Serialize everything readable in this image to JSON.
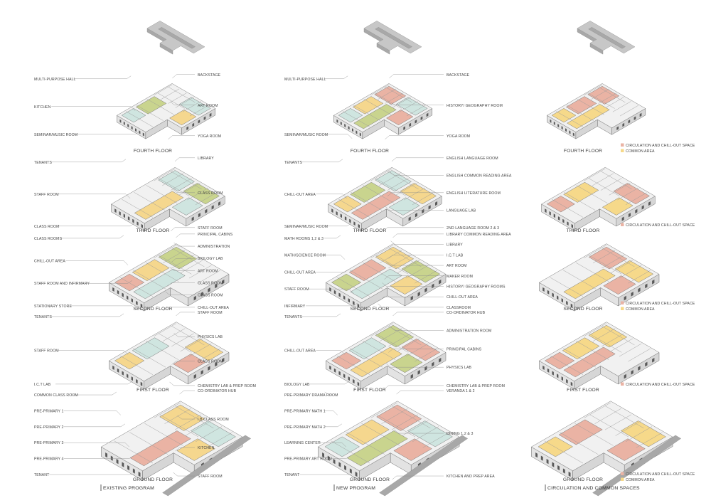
{
  "columns": [
    {
      "key": "existing",
      "caption": "EXISTING PROGRAM",
      "floors": [
        {
          "name": "FOURTH FLOOR",
          "left": [
            "MULTI-PURPOSE HALL",
            "KITCHEN",
            "SEMINAR/MUSIC ROOM"
          ],
          "right": [
            "BACKSTAGE",
            "ART ROOM",
            "YOGA ROOM"
          ]
        },
        {
          "name": "THIRD FLOOR",
          "left": [
            "TENANTS",
            "STAFF ROOM",
            "CLASS ROOM"
          ],
          "right": [
            "LIBRARY",
            "CLASS ROOM",
            "STAFF ROOM"
          ]
        },
        {
          "name": "SECOND FLOOR",
          "left": [
            "CLASS ROOMS",
            "CHILL-OUT AREA",
            "STAFF ROOM AND INFIRMARY",
            "STATIONARY STORE"
          ],
          "right": [
            "PRINCIPAL CABINS",
            "ADMINISTRATION",
            "BIOLOGY LAB",
            "ART ROOM",
            "CLASS ROOM",
            "CLASS ROOM",
            "CHILL-OUT AREA"
          ]
        },
        {
          "name": "FIRST FLOOR",
          "left": [
            "TENANTS",
            "STAFF ROOM",
            "I.C.T LAB"
          ],
          "right": [
            "STAFF ROOM",
            "PHYSICS LAB",
            "CLASS ROOM",
            "CHEMISTRY LAB & PREP ROOM"
          ]
        },
        {
          "name": "GROUND FLOOR",
          "left": [
            "COMMON CLASS ROOM",
            "PRE-PRIMARY 1",
            "PRE-PRIMARY 2",
            "PRE-PRIMARY 3",
            "PRE-PRIMARY 4",
            "TENANT"
          ],
          "right": [
            "CO-ORDINATOR HUB",
            "I.B CLASS ROOM",
            "KITCHEN",
            "STAFF ROOM"
          ]
        }
      ]
    },
    {
      "key": "new",
      "caption": "NEW PROGRAM",
      "floors": [
        {
          "name": "FOURTH FLOOR",
          "left": [
            "MULTI-PURPOSE HALL",
            "SEMINAR/MUSIC ROOM"
          ],
          "right": [
            "BACKSTAGE",
            "HISTORY/ GEOGRAPHY ROOM",
            "YOGA ROOM"
          ]
        },
        {
          "name": "THIRD FLOOR",
          "left": [
            "TENANTS",
            "CHILL-OUT AREA",
            "SEMINAR/MUSIC ROOM"
          ],
          "right": [
            "ENGLISH LANGUAGE ROOM",
            "ENGLISH COMMON READING AREA",
            "ENGLISH LITERATURE ROOM",
            "LANGUAGE LAB",
            "2ND LANGUAGE ROOM 2 & 3"
          ]
        },
        {
          "name": "SECOND FLOOR",
          "left": [
            "MATH ROOMS 1,2 & 3",
            "MATH/SCIENCE ROOM",
            "CHILL-OUT AREA",
            "STAFF ROOM",
            "INFIRMARY"
          ],
          "right": [
            "LIBRARY COMMON READING AREA",
            "LIBRARY",
            "I.C.T LAB",
            "ART ROOM",
            "MAKER ROOM",
            "HISTORY/ GEOGRAPHY ROOMS",
            "CHILL-OUT AREA",
            "CLASSROOM"
          ]
        },
        {
          "name": "FIRST FLOOR",
          "left": [
            "TENANTS",
            "CHILL-OUT AREA",
            "BIOLOGY LAB"
          ],
          "right": [
            "CO-ORDINATOR HUB",
            "ADMINISTRATION ROOM",
            "PRINCIPAL CABINS",
            "PHYSICS LAB",
            "CHEMISTRY LAB & PREP ROOM"
          ]
        },
        {
          "name": "GROUND FLOOR",
          "left": [
            "PRE-PRIMARY DRAMA ROOM",
            "PRE-PRIMARY MATH 1",
            "PRE-PRIMARY MATH 2",
            "LEARNING CENTER",
            "PRE-PRIMARY ART ROOM",
            "TENANT"
          ],
          "right": [
            "VERANDA 1 & 2",
            "DINING 1,2 & 3",
            "KITCHEN AND PREP AREA"
          ]
        }
      ]
    },
    {
      "key": "circulation",
      "caption": "CIRCULATION AND COMMON SPACES",
      "floors": [
        {
          "name": "FOURTH FLOOR",
          "legend": [
            "CIRCULATION AND CHILL-OUT SPACE",
            "COMMON AREA"
          ]
        },
        {
          "name": "THIRD FLOOR",
          "legend": [
            "CIRCULATION AND CHILL-OUT SPACE"
          ]
        },
        {
          "name": "SECOND FLOOR",
          "legend": [
            "CIRCULATION AND CHILL-OUT SPACE",
            "COMMON AREA"
          ]
        },
        {
          "name": "FIRST FLOOR",
          "legend": [
            "CIRCULATION AND CHILL-OUT SPACE"
          ]
        },
        {
          "name": "GROUND FLOOR",
          "legend": [
            "CIRCULATION AND CHILL-OUT SPACE",
            "COMMON AREA"
          ]
        }
      ]
    }
  ],
  "colors": {
    "classroom": "#f5d78e",
    "science": "#cfe5e0",
    "green": "#c9d48e",
    "circulation": "#eab3a4",
    "common": "#f6d98a",
    "roof": "#c7c7c7"
  }
}
